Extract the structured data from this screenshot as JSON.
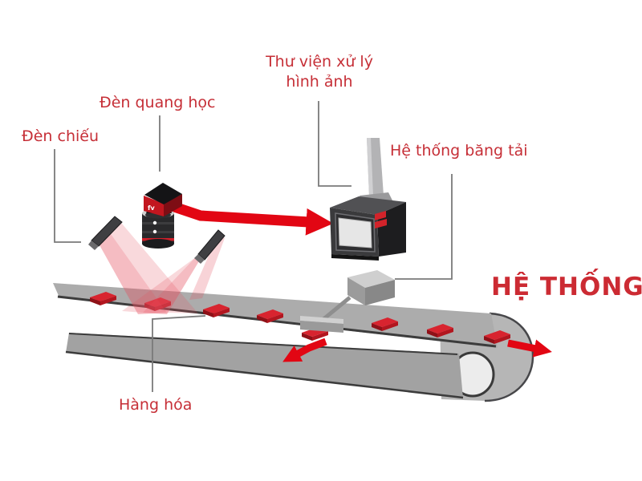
{
  "diagram": {
    "title": "HỆ THỐNG",
    "labels": {
      "den_chieu": "Đèn chiếu",
      "den_quang_hoc": "Đèn quang học",
      "thu_vien_line1": "Thư viện xử lý",
      "thu_vien_line2": "hình ảnh",
      "he_thong_bang_tai": "Hệ thống băng tải",
      "hang_hoa": "Hàng hóa"
    },
    "camera_logo": "fv",
    "colors": {
      "label_red": "#c62f37",
      "title_red": "#cc2b33",
      "arrow_red": "#e20613",
      "package_red_top": "#d8242f",
      "package_red_front": "#8f1118",
      "belt_gray": "#ababab",
      "belt_edge": "#3c3c3c",
      "roller_gray": "#ececec",
      "device_dark": "#3a3a3c",
      "beam_pink": "#e4505f",
      "pointer_line_gray": "#7a7a7a"
    }
  }
}
